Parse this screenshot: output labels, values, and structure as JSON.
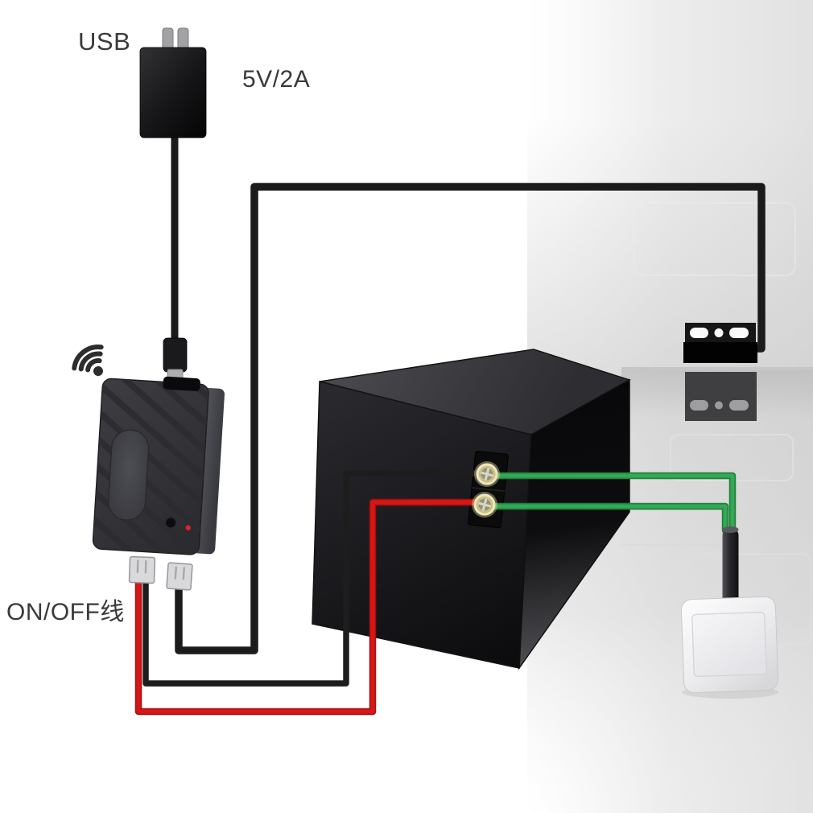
{
  "labels": {
    "usb": "USB",
    "power_spec": "5V/2A",
    "onoff_wire": "ON/OFF线"
  },
  "colors": {
    "wire_black": "#1b1b1b",
    "wire_black_thin": "#1d1d1d",
    "wire_red": "#d61717",
    "wire_red_dark": "#a30f0f",
    "wire_green": "#33a956",
    "wire_green_dark": "#20813c",
    "led_red": "#e22222",
    "terminal_screw_gold": "#cec084",
    "label_text": "#3a3a3a"
  },
  "icons": {
    "wifi_signal": "wifi-signal-icon (three arcs + dot)"
  }
}
